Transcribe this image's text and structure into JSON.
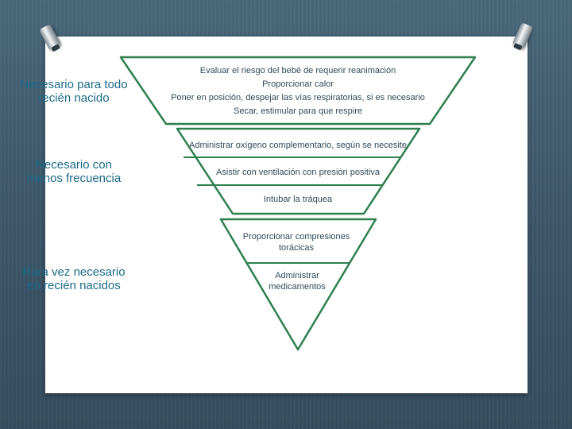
{
  "left_labels": [
    {
      "lines": [
        "Necesario para todo",
        "recién nacido"
      ]
    },
    {
      "lines": [
        "Necesario con",
        "menos frecuencia"
      ]
    },
    {
      "lines": [
        "Rara vez necesario",
        "en recién nacidos"
      ]
    }
  ],
  "top_block": [
    "Evaluar el riesgo del bebé de requerir reanimación",
    "Proporcionar calor",
    "Poner en posición, despejar las vías respiratorias, si es necesario",
    "Secar, estimular para que respire"
  ],
  "middle_block": [
    "Administrar oxígeno complementario, según se necesite",
    "Asistir con ventilación con presión positiva",
    "Intubar la tráquea"
  ],
  "bottom_block": [
    {
      "lines": [
        "Proporcionar compresiones",
        "torácicas"
      ]
    },
    {
      "lines": [
        "Administrar",
        "medicamentos"
      ]
    }
  ],
  "colors": {
    "outline": "#2e7f4f",
    "label": "#1b6a88",
    "text": "#2f4a57"
  }
}
